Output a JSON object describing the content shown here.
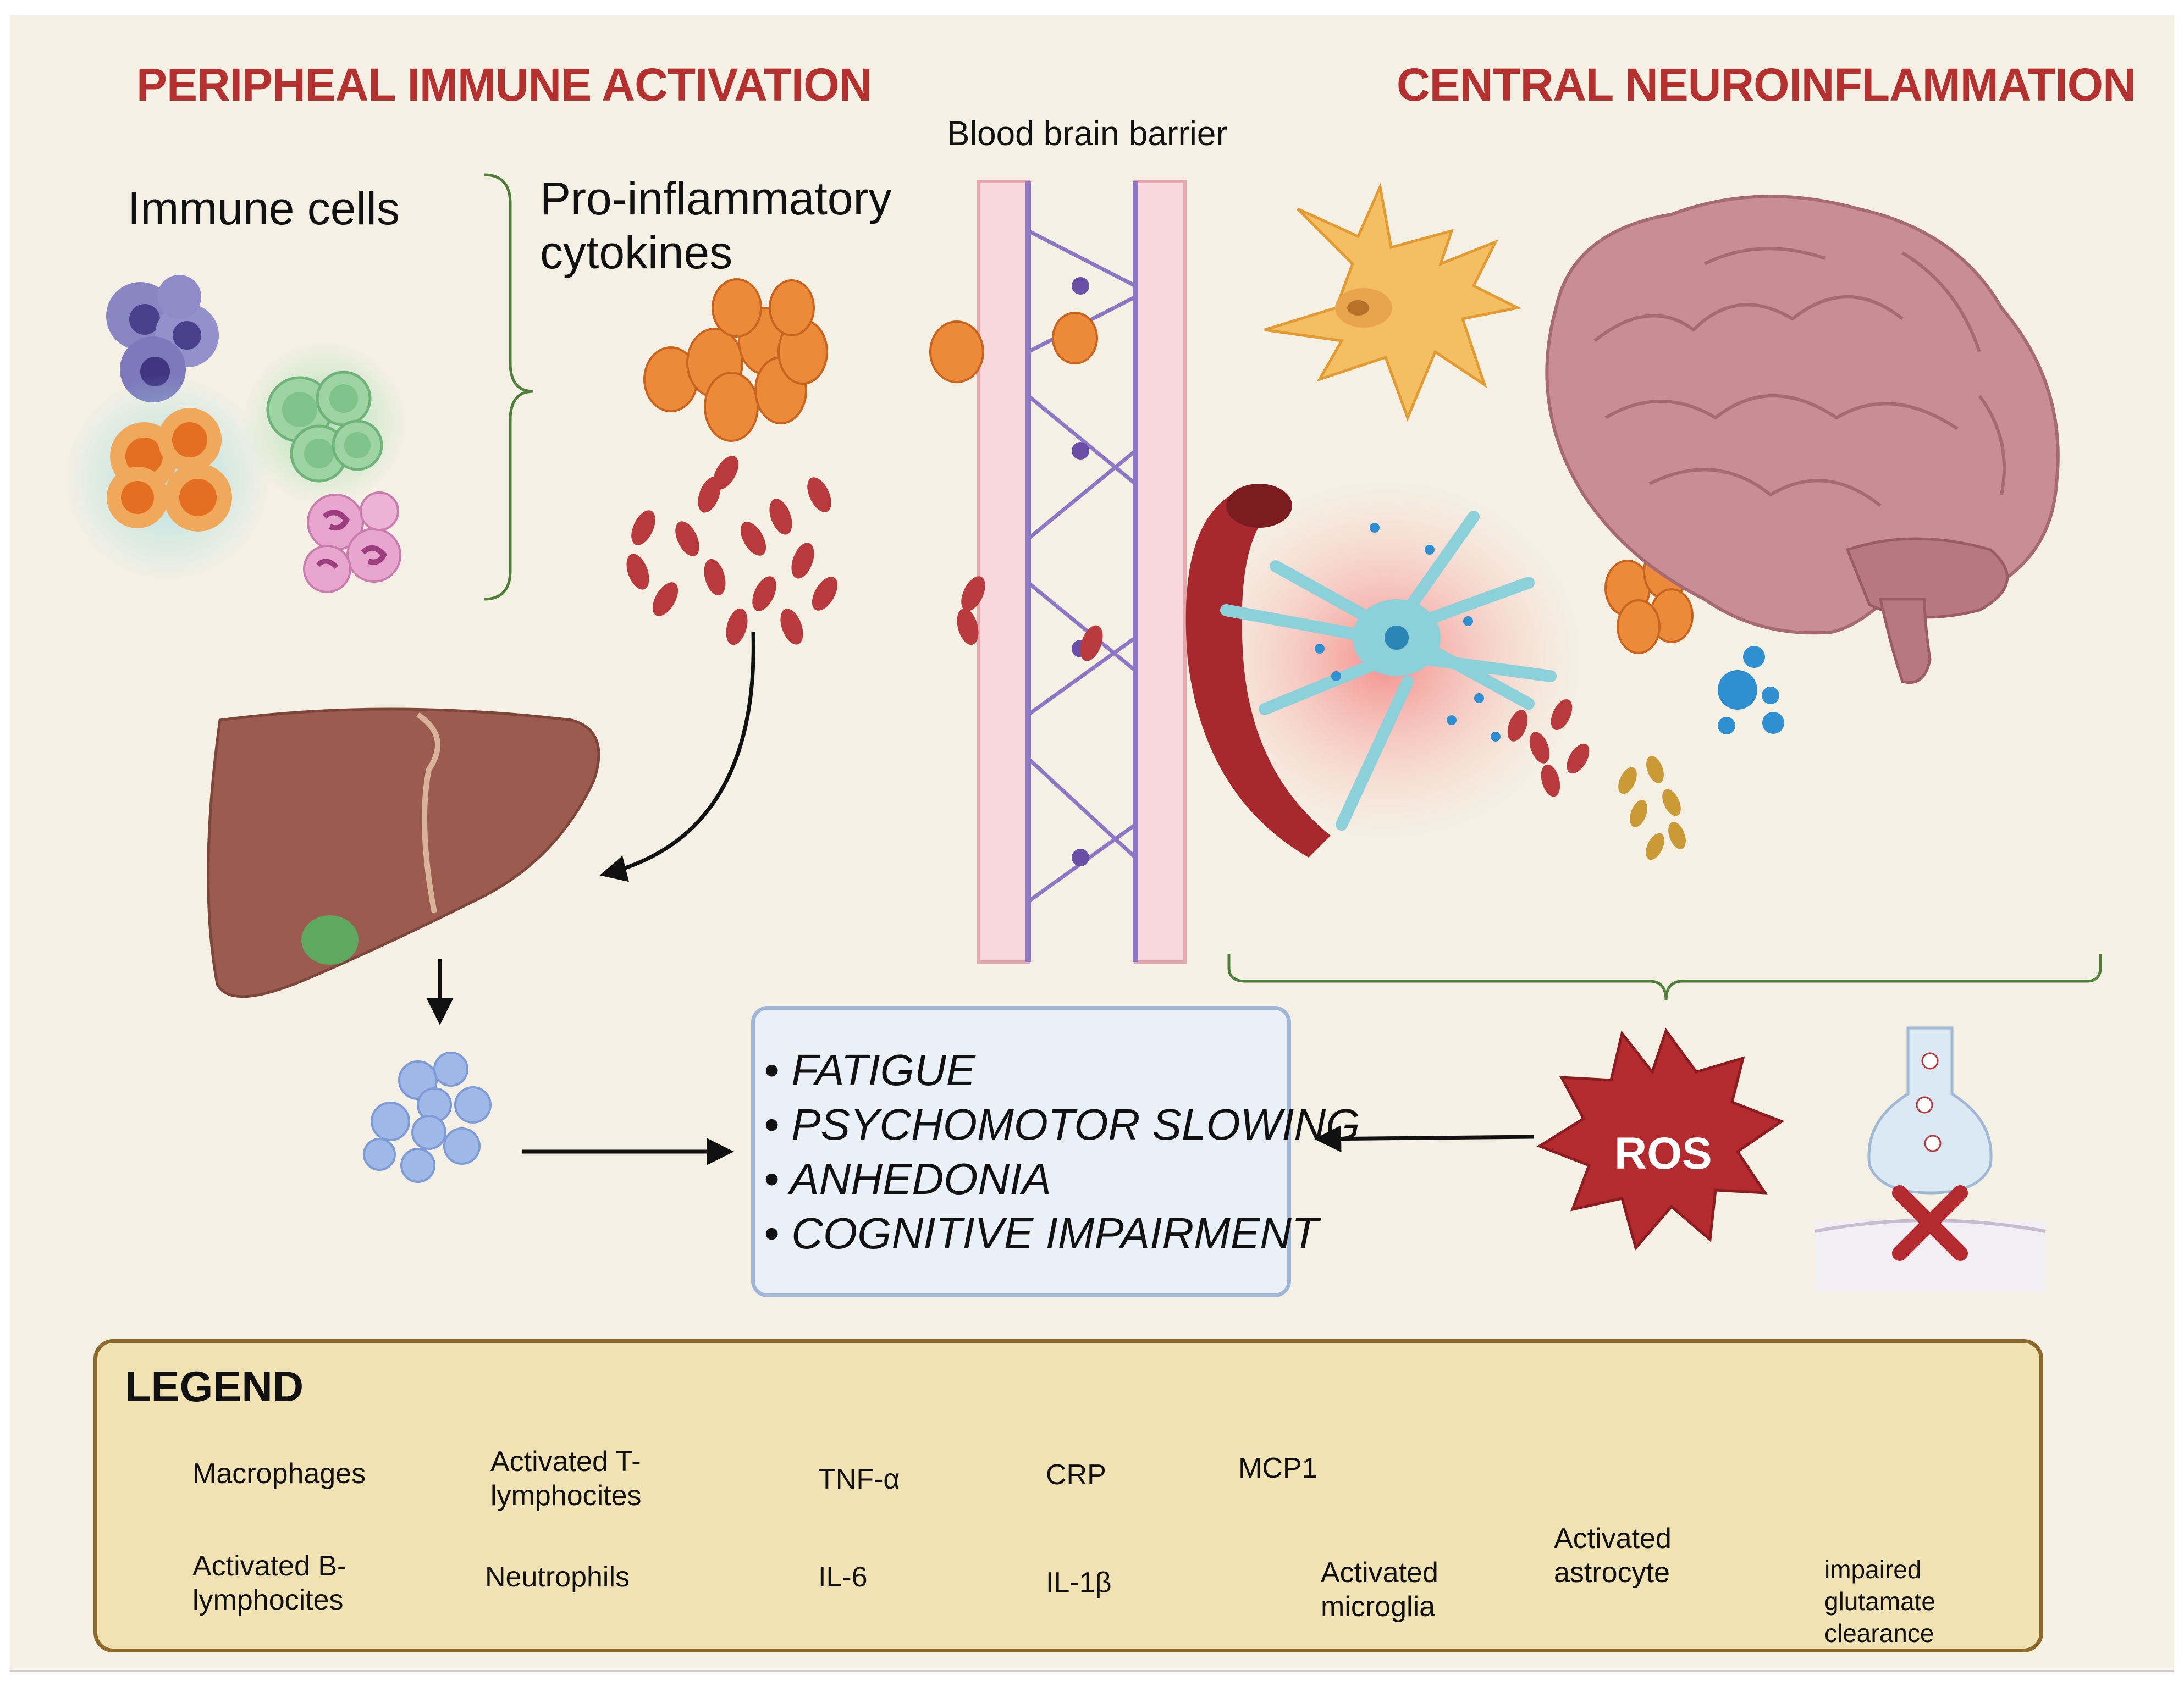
{
  "headings": {
    "left": "PERIPHEAL IMMUNE ACTIVATION",
    "right": "CENTRAL NEUROINFLAMMATION"
  },
  "labels": {
    "immune_cells": "Immune cells",
    "cytokines_line1": "Pro-inflammatory",
    "cytokines_line2": "cytokines",
    "bbb": "Blood brain barrier",
    "ros": "ROS"
  },
  "symptoms": [
    "• FATIGUE",
    "• PSYCHOMOTOR SLOWING",
    "• ANHEDONIA",
    "• COGNITIVE IMPAIRMENT"
  ],
  "legend": {
    "title": "LEGEND",
    "items": {
      "macrophages": "Macrophages",
      "t_line1": "Activated T-",
      "t_line2": "lymphocites",
      "tnf": "TNF-α",
      "crp": "CRP",
      "mcp1": "MCP1",
      "b_line1": "Activated B-",
      "b_line2": "lymphocites",
      "neutrophils": "Neutrophils",
      "il6": "IL-6",
      "il1b": "IL-1β",
      "microglia_line1": "Activated",
      "microglia_line2": "microglia",
      "astro_line1": "Activated",
      "astro_line2": "astrocyte",
      "glut_line1": "impaired",
      "glut_line2": "glutamate",
      "glut_line3": "clearance"
    }
  },
  "colors": {
    "heading_red": "#b5312f",
    "background": "#f5f0e4",
    "symptom_box": "#eaf0f7",
    "symptom_border": "#9fb6d8",
    "legend_bg": "#f1e2b3",
    "legend_border": "#8c6a2b",
    "tnf_orange": "#ec8a3a",
    "il6_red": "#b83a3c",
    "il1b_gold": "#c99a36",
    "crp_blue": "#9eb8e8",
    "mcp1_blue": "#2f8fd0",
    "macrophage_purple": "#8a86c4",
    "neutrophil_pink": "#e8a6cf",
    "tcell_green": "#9ed3a4",
    "bcell_orange": "#ee8e2e",
    "microglia_yellow": "#f4bf63",
    "astrocyte_cyan": "#8cd0da",
    "liver_brown": "#9b5b4e",
    "brain_pink": "#c98d93",
    "bbb_purple": "#8d76c4"
  }
}
